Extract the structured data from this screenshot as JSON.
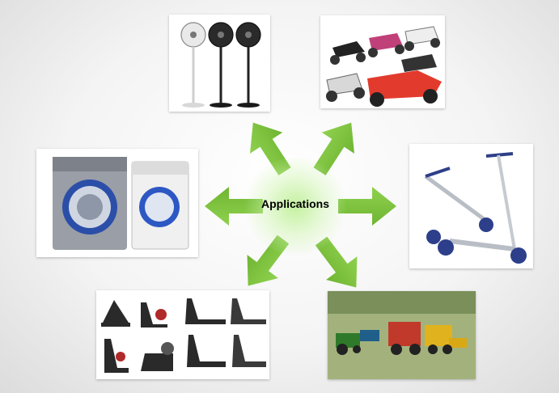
{
  "center": {
    "label": "Applications"
  },
  "colors": {
    "arrow": "#7dc242",
    "arrow_highlight": "#b6e08a"
  },
  "cards": [
    {
      "name": "fans-image",
      "subject": "standing-fans"
    },
    {
      "name": "scooters-image",
      "subject": "electric-scooters"
    },
    {
      "name": "washing-machines-image",
      "subject": "washing-machines"
    },
    {
      "name": "kick-scooters-image",
      "subject": "kick-scooters"
    },
    {
      "name": "fitness-equipment-image",
      "subject": "fitness-equipment"
    },
    {
      "name": "farm-machinery-image",
      "subject": "tractors-and-harvesters"
    }
  ]
}
